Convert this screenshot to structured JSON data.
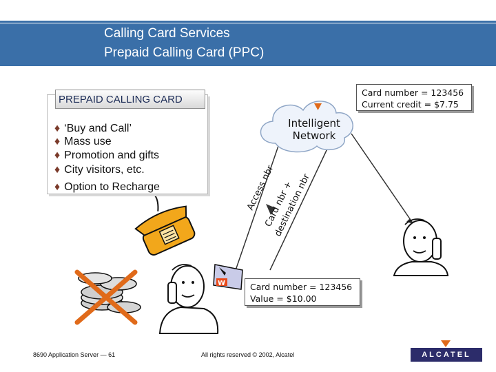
{
  "slide": {
    "title_line1": "Calling Card Services",
    "title_line2": "Prepaid Calling Card (PPC)"
  },
  "card_panel": {
    "header": "PREPAID CALLING CARD",
    "bullets": [
      "‘Buy and Call’",
      "Mass use",
      "Promotion and gifts",
      "City visitors, etc.",
      "Option to Recharge"
    ]
  },
  "network": {
    "label_line1": "Intelligent",
    "label_line2": "Network"
  },
  "links": {
    "access_label": "Access nbr",
    "card_label_line1": "Card nbr +",
    "card_label_line2": "destination nbr"
  },
  "info_top": {
    "line1": "Card number = 123456",
    "line2": "Current credit = $7.75"
  },
  "info_bottom": {
    "line1": "Card number = 123456",
    "line2": "Value = $10.00"
  },
  "footer": {
    "left": "8690 Application Server — 61",
    "center": "All rights reserved © 2002, Alcatel",
    "logo": "ALCATEL"
  },
  "colors": {
    "header": "#3a6fa8",
    "cross": "#e06a1a",
    "phone": "#f2a71b",
    "bullet": "#7a3a2a",
    "logo": "#2c2c6a"
  },
  "icons": [
    "telephone-icon",
    "coins-icon",
    "cross-icon",
    "caller-person-icon",
    "callee-person-icon",
    "cloud-icon",
    "card-reader-icon"
  ]
}
